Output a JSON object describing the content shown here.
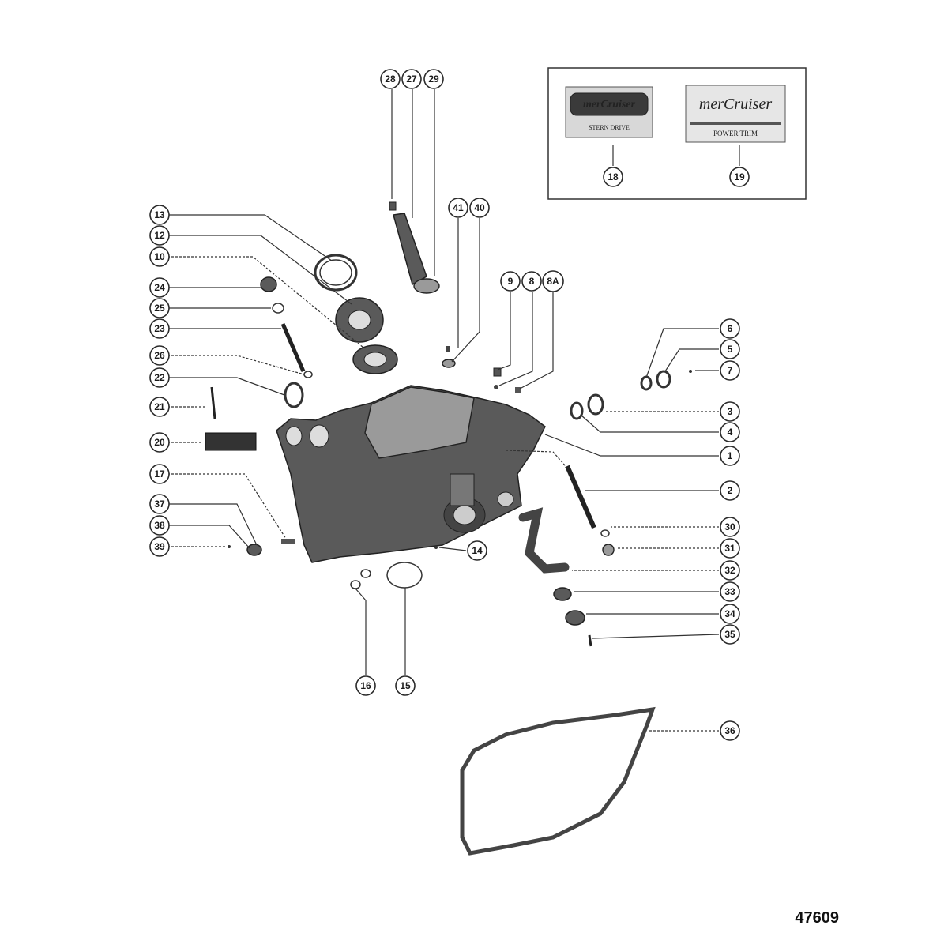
{
  "figure_number": "47609",
  "decals": {
    "left_brand": "merCruiser",
    "left_caption": "STERN DRIVE",
    "right_brand": "merCruiser",
    "right_caption": "POWER TRIM"
  },
  "callouts": {
    "c28": "28",
    "c27": "27",
    "c29": "29",
    "c41": "41",
    "c40": "40",
    "c9": "9",
    "c8": "8",
    "c8a": "8A",
    "c18": "18",
    "c19": "19",
    "c13": "13",
    "c12": "12",
    "c10": "10",
    "c24": "24",
    "c25": "25",
    "c23": "23",
    "c26": "26",
    "c22": "22",
    "c21": "21",
    "c20": "20",
    "c17": "17",
    "c37": "37",
    "c38": "38",
    "c39": "39",
    "c6": "6",
    "c5": "5",
    "c7": "7",
    "c3": "3",
    "c4": "4",
    "c1": "1",
    "c2": "2",
    "c30": "30",
    "c31": "31",
    "c32": "32",
    "c33": "33",
    "c34": "34",
    "c35": "35",
    "c36": "36",
    "c14": "14",
    "c16": "16",
    "c15": "15"
  }
}
